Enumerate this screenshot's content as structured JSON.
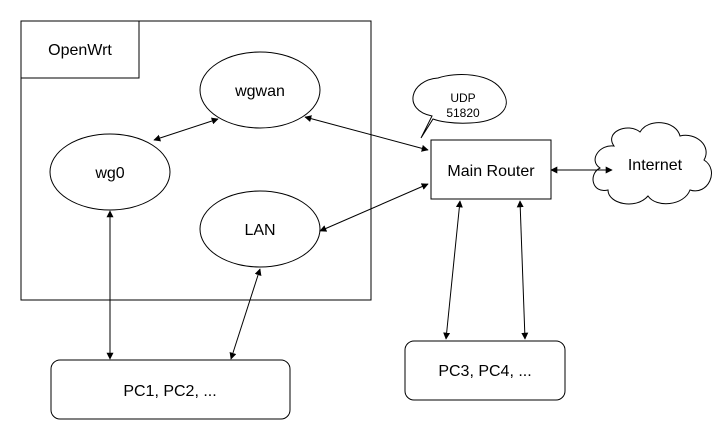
{
  "diagram": {
    "openwrt_label": "OpenWrt",
    "nodes": {
      "wgwan": "wgwan",
      "wg0": "wg0",
      "lan": "LAN",
      "main_router": "Main Router",
      "internet": "Internet",
      "pcs_left": "PC1, PC2, ...",
      "pcs_right": "PC3, PC4, ..."
    },
    "callout": {
      "line1": "UDP",
      "line2": "51820"
    }
  }
}
